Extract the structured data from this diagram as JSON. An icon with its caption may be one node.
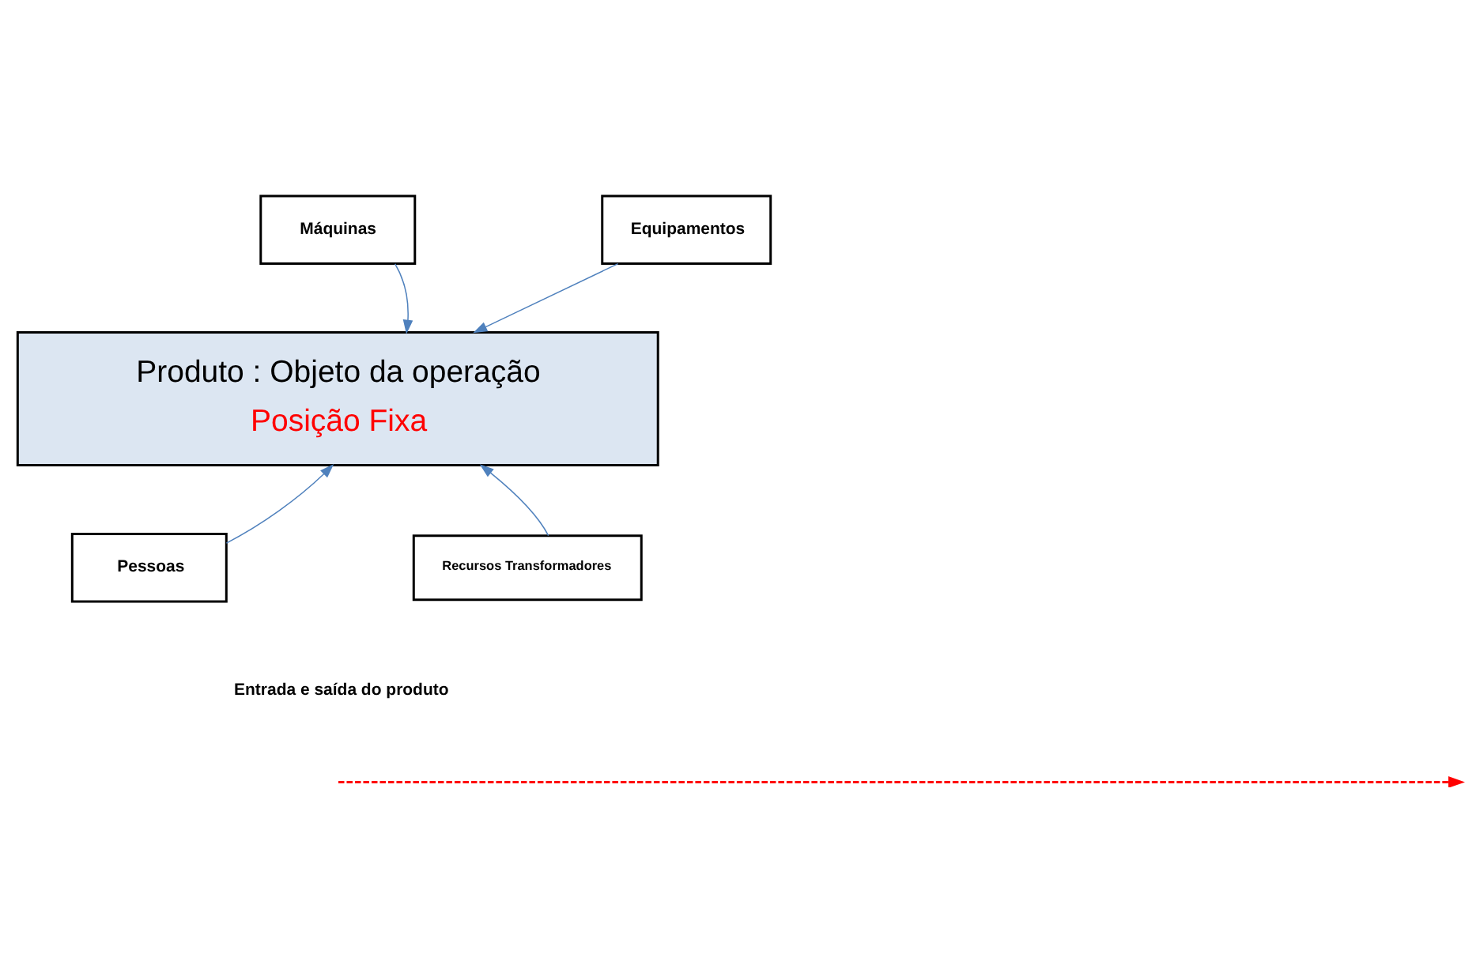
{
  "diagram": {
    "nodes": [
      {
        "text": [
          "Máquinas"
        ]
      },
      {
        "text": [
          "Equipamentos"
        ]
      },
      {
        "text": [
          "Produto : Objeto da operação",
          "Posição Fixa"
        ]
      },
      {
        "text": [
          "Pessoas"
        ]
      },
      {
        "text": [
          "Recursos Transformadores"
        ]
      }
    ],
    "edges": [
      {
        "from": 0,
        "to": 2,
        "arrow": "to"
      },
      {
        "from": 1,
        "to": 2,
        "arrow": "to"
      },
      {
        "from": 3,
        "to": 2,
        "arrow": "to"
      },
      {
        "from": 4,
        "to": 2,
        "arrow": "to"
      }
    ],
    "labels": [
      "Entrada e saída do produto"
    ]
  }
}
